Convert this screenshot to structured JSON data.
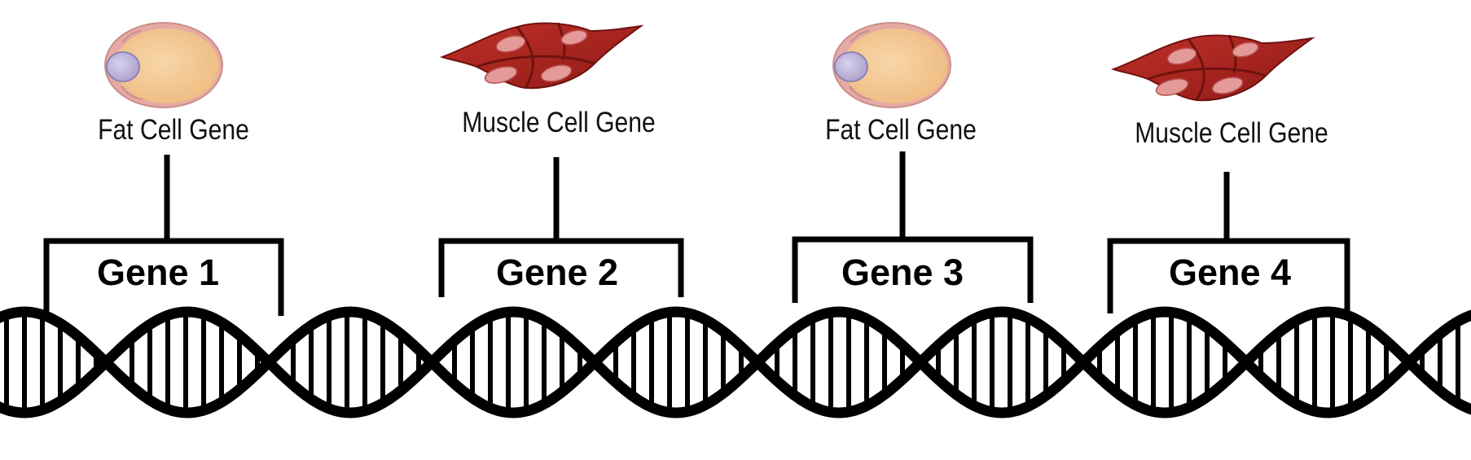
{
  "genes": [
    {
      "label": "Gene 1",
      "cell_label": "Fat Cell Gene",
      "cell_icon": "fat-cell-icon"
    },
    {
      "label": "Gene 2",
      "cell_label": "Muscle Cell Gene",
      "cell_icon": "muscle-cell-icon"
    },
    {
      "label": "Gene 3",
      "cell_label": "Fat Cell Gene",
      "cell_icon": "fat-cell-icon"
    },
    {
      "label": "Gene 4",
      "cell_label": "Muscle Cell Gene",
      "cell_icon": "muscle-cell-icon"
    }
  ],
  "colors": {
    "dna_strand": "#000000",
    "fat_cell_body": "#f4c791",
    "fat_cell_membrane": "#e7a9a3",
    "fat_cell_nucleus": "#b8b0d8",
    "muscle_cell": "#a8201c",
    "muscle_cell_nucleus": "#e39a98"
  }
}
